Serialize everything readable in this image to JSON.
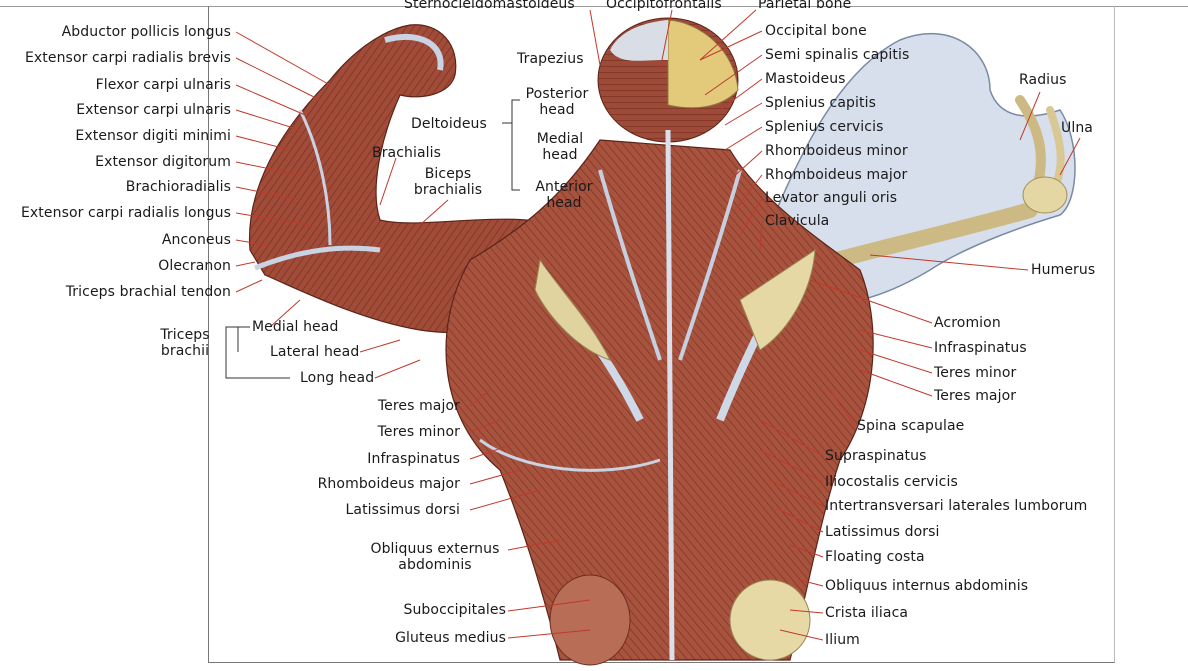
{
  "top_labels": [
    "Sternocleidomastoideus",
    "Occipitofrontalis",
    "Parietal bone"
  ],
  "left_labels": [
    "Abductor pollicis longus",
    "Extensor carpi radialis brevis",
    "Flexor carpi ulnaris",
    "Extensor carpi ulnaris",
    "Extensor digiti minimi",
    "Extensor digitorum",
    "Brachioradialis",
    "Extensor carpi radialis longus",
    "Anconeus",
    "Olecranon",
    "Triceps brachial tendon"
  ],
  "inner_labels": {
    "trapezius": "Trapezius",
    "deltoideus": "Deltoideus",
    "posterior_head": "Posterior head",
    "medial_head_delt": "Medial head",
    "anterior_head": "Anterior head",
    "brachialis": "Brachialis",
    "biceps": "Biceps brachialis"
  },
  "triceps": {
    "title": "Triceps brachii",
    "heads": [
      "Medial head",
      "Lateral head",
      "Long head"
    ]
  },
  "lower_left_labels": [
    "Teres major",
    "Teres minor",
    "Infraspinatus",
    "Rhomboideus major",
    "Latissimus dorsi",
    "Obliquus externus abdominis",
    "Suboccipitales",
    "Gluteus medius"
  ],
  "right_labels": [
    "Occipital bone",
    "Semi spinalis capitis",
    "Mastoideus",
    "Splenius capitis",
    "Splenius cervicis",
    "Rhomboideus minor",
    "Rhomboideus major",
    "Levator anguli oris",
    "Clavicula"
  ],
  "far_right_labels": [
    "Radius",
    "Ulna",
    "Humerus"
  ],
  "right_lower_labels": [
    "Acromion",
    "Infraspinatus",
    "Teres minor",
    "Teres major",
    "Spina scapulae",
    "Supraspinatus",
    "Iliocostalis cervicis",
    "Intertransversari laterales lumborum",
    "Latissimus dorsi",
    "Floating costa",
    "Obliquus internus abdominis",
    "Crista iliaca",
    "Ilium"
  ],
  "colors": {
    "muscle": "#9c4a38",
    "muscle_light": "#c27a62",
    "fascia": "#b9c4d6",
    "bone": "#e6d9a6",
    "leader_line": "#c0392b",
    "text": "#1a1a1a"
  }
}
